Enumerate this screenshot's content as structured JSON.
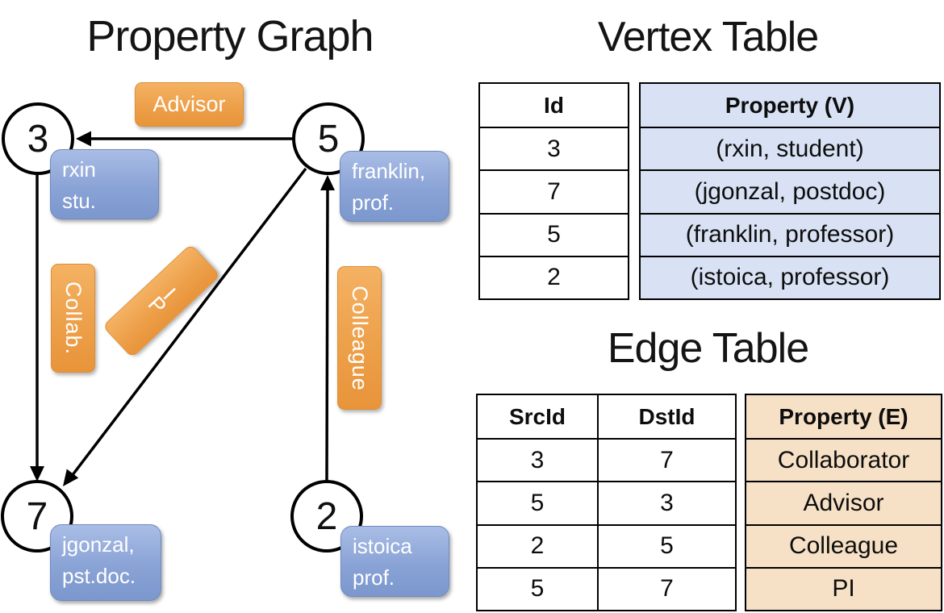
{
  "slide": {
    "graph": {
      "title": "Property Graph",
      "nodes": {
        "n3": {
          "id": "3",
          "line1": "rxin",
          "line2": "stu."
        },
        "n5": {
          "id": "5",
          "line1": "franklin,",
          "line2": "prof."
        },
        "n7": {
          "id": "7",
          "line1": "jgonzal,",
          "line2": "pst.doc."
        },
        "n2": {
          "id": "2",
          "line1": "istoica",
          "line2": "prof."
        }
      },
      "edges": {
        "advisor": {
          "label": "Advisor",
          "from": "5",
          "to": "3"
        },
        "collab": {
          "label": "Collab.",
          "from": "3",
          "to": "7"
        },
        "pi": {
          "label": "PI",
          "letters": [
            "P",
            "I"
          ],
          "from": "5",
          "to": "7"
        },
        "colleague": {
          "label": "Colleague",
          "from": "2",
          "to": "5"
        }
      }
    },
    "vertex_table": {
      "title": "Vertex Table",
      "col_id": "Id",
      "col_property": "Property (V)",
      "rows": [
        {
          "id": "3",
          "property": "(rxin, student)"
        },
        {
          "id": "7",
          "property": "(jgonzal, postdoc)"
        },
        {
          "id": "5",
          "property": "(franklin, professor)"
        },
        {
          "id": "2",
          "property": "(istoica, professor)"
        }
      ]
    },
    "edge_table": {
      "title": "Edge Table",
      "col_src": "SrcId",
      "col_dst": "DstId",
      "col_property": "Property (E)",
      "rows": [
        {
          "src": "3",
          "dst": "7",
          "property": "Collaborator"
        },
        {
          "src": "5",
          "dst": "3",
          "property": "Advisor"
        },
        {
          "src": "2",
          "dst": "5",
          "property": "Colleague"
        },
        {
          "src": "5",
          "dst": "7",
          "property": "PI"
        }
      ]
    },
    "colors": {
      "edge_label_orange_top": "#F4B263",
      "edge_label_orange_bottom": "#E8943A",
      "vertex_box_blue_top": "#A9BDE5",
      "vertex_box_blue_bottom": "#7B97CD",
      "vertex_table_property_bg": "#D8E2F4",
      "edge_table_property_bg": "#F6E0C6",
      "line_color": "#000000"
    }
  }
}
